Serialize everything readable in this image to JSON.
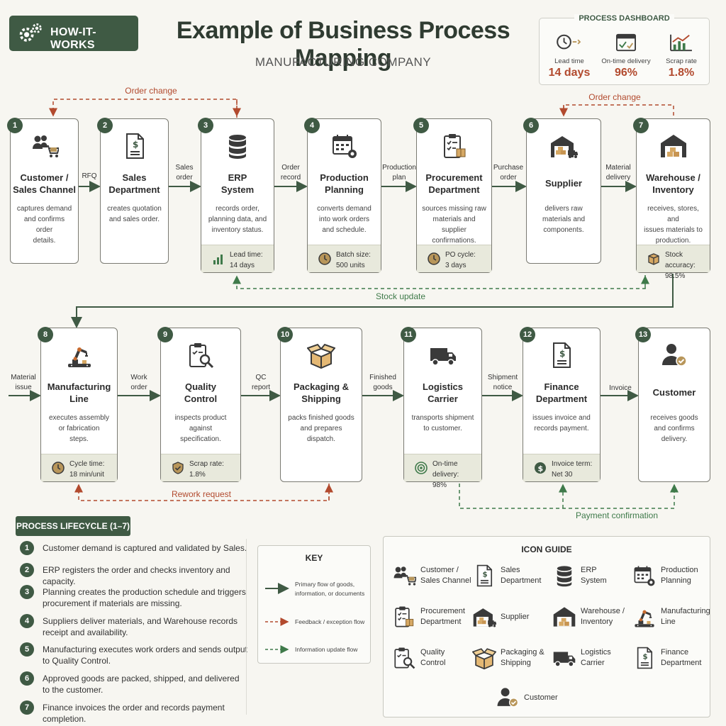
{
  "header": {
    "badge": "HOW-IT-WORKS",
    "title": "Example of Business Process Mapping",
    "subtitle": "MANUFACTURING COMPANY"
  },
  "dashboard": {
    "title": "PROCESS DASHBOARD",
    "items": [
      {
        "label": "Lead time",
        "value": "14 days",
        "icon": "clock-icon"
      },
      {
        "label": "On-time delivery",
        "value": "96%",
        "icon": "calendar-icon"
      },
      {
        "label": "Scrap rate",
        "value": "1.8%",
        "icon": "trend-chart-icon"
      }
    ]
  },
  "colors": {
    "primary": "#3f5a44",
    "accent": "#b24a2e",
    "info": "#3f7a4a",
    "panel": "#e8e9dc"
  },
  "nodes": [
    {
      "num": "1",
      "name": "Customer /\nSales Channel",
      "desc": "captures demand\nand confirms order\ndetails.",
      "icon": "customer-cart-icon"
    },
    {
      "num": "2",
      "name": "Sales\nDepartment",
      "desc": "creates quotation\nand sales order.",
      "icon": "document-dollar-icon"
    },
    {
      "num": "3",
      "name": "ERP\nSystem",
      "desc": "records order,\nplanning data, and\ninventory status.",
      "icon": "database-icon",
      "metric": "Lead time:\n14 days",
      "metric_icon": "bar-chart-icon"
    },
    {
      "num": "4",
      "name": "Production\nPlanning",
      "desc": "converts demand\ninto work orders\nand schedule.",
      "icon": "calendar-gear-icon",
      "metric": "Batch size:\n500 units",
      "metric_icon": "clock-icon"
    },
    {
      "num": "5",
      "name": "Procurement\nDepartment",
      "desc": "sources missing raw\nmaterials and\nsupplier confirmations.",
      "icon": "clipboard-box-icon",
      "metric": "PO cycle:\n3 days",
      "metric_icon": "clock-icon"
    },
    {
      "num": "6",
      "name": "Supplier",
      "desc": "delivers raw\nmaterials and\ncomponents.",
      "icon": "supplier-warehouse-icon"
    },
    {
      "num": "7",
      "name": "Warehouse /\nInventory",
      "desc": "receives, stores, and\nissues materials to\nproduction.",
      "icon": "warehouse-icon",
      "metric": "Stock accuracy:\n98.5%",
      "metric_icon": "box-icon"
    },
    {
      "num": "8",
      "name": "Manufacturing\nLine",
      "desc": "executes assembly\nor fabrication\nsteps.",
      "icon": "robot-arm-icon",
      "metric": "Cycle time:\n18 min/unit",
      "metric_icon": "clock-icon"
    },
    {
      "num": "9",
      "name": "Quality\nControl",
      "desc": "inspects product\nagainst\nspecification.",
      "icon": "clipboard-magnifier-icon",
      "metric": "Scrap rate:\n1.8%",
      "metric_icon": "shield-check-icon"
    },
    {
      "num": "10",
      "name": "Packaging &\nShipping",
      "desc": "packs finished goods\nand prepares\ndispatch.",
      "icon": "open-box-icon"
    },
    {
      "num": "11",
      "name": "Logistics\nCarrier",
      "desc": "transports shipment\nto customer.",
      "icon": "truck-icon",
      "metric": "On-time delivery:\n98%",
      "metric_icon": "target-icon"
    },
    {
      "num": "12",
      "name": "Finance\nDepartment",
      "desc": "issues invoice and\nrecords payment.",
      "icon": "document-dollar-icon",
      "metric": "Invoice term:\nNet 30",
      "metric_icon": "dollar-coin-icon"
    },
    {
      "num": "13",
      "name": "Customer",
      "desc": "receives goods\nand confirms\ndelivery.",
      "icon": "customer-check-icon"
    }
  ],
  "flow_labels": {
    "rfq": "RFQ",
    "sales_order": "Sales\norder",
    "order_record": "Order\nrecord",
    "production_plan": "Production\nplan",
    "purchase_order": "Purchase\norder",
    "material_delivery": "Material\ndelivery",
    "material_issue": "Material\nissue",
    "work_order": "Work\norder",
    "qc_report": "QC\nreport",
    "finished_goods": "Finished\ngoods",
    "shipment_notice": "Shipment\nnotice",
    "invoice": "Invoice",
    "order_change_1": "Order change",
    "order_change_2": "Order change",
    "stock_update": "Stock update",
    "rework_request": "Rework request",
    "payment_confirmation": "Payment confirmation"
  },
  "lifecycle": {
    "title": "PROCESS LIFECYCLE (1–7)",
    "items": [
      {
        "n": "1",
        "text": "Customer demand is captured and validated by Sales."
      },
      {
        "n": "2",
        "text": "ERP registers the order and checks inventory and capacity."
      },
      {
        "n": "3",
        "text": "Planning creates the production schedule and triggers\nprocurement if materials are missing."
      },
      {
        "n": "4",
        "text": "Suppliers deliver materials, and Warehouse records\nreceipt and availability."
      },
      {
        "n": "5",
        "text": "Manufacturing executes work orders and sends output\nto Quality Control."
      },
      {
        "n": "6",
        "text": "Approved goods are packed, shipped, and delivered\nto the customer."
      },
      {
        "n": "7",
        "text": "Finance invoices the order and records payment completion."
      }
    ]
  },
  "key": {
    "title": "KEY",
    "items": [
      {
        "label": "Primary flow of goods,\ninformation, or documents",
        "style": "solid"
      },
      {
        "label": "Feedback / exception flow",
        "style": "red-dashed"
      },
      {
        "label": "Information update flow",
        "style": "green-dashed"
      }
    ]
  },
  "icon_guide": {
    "title": "ICON GUIDE",
    "items": [
      {
        "label": "Customer /\nSales Channel",
        "icon": "customer-cart-icon"
      },
      {
        "label": "Sales\nDepartment",
        "icon": "document-dollar-icon"
      },
      {
        "label": "ERP\nSystem",
        "icon": "database-icon"
      },
      {
        "label": "Production\nPlanning",
        "icon": "calendar-gear-icon"
      },
      {
        "label": "Procurement\nDepartment",
        "icon": "clipboard-box-icon"
      },
      {
        "label": "Supplier",
        "icon": "supplier-warehouse-icon"
      },
      {
        "label": "Warehouse /\nInventory",
        "icon": "warehouse-icon"
      },
      {
        "label": "Manufacturing\nLine",
        "icon": "robot-arm-icon"
      },
      {
        "label": "Quality\nControl",
        "icon": "clipboard-magnifier-icon"
      },
      {
        "label": "Packaging &\nShipping",
        "icon": "open-box-icon"
      },
      {
        "label": "Logistics\nCarrier",
        "icon": "truck-icon"
      },
      {
        "label": "Finance\nDepartment",
        "icon": "document-dollar-icon"
      },
      {
        "label": "Customer",
        "icon": "customer-check-icon"
      }
    ]
  }
}
